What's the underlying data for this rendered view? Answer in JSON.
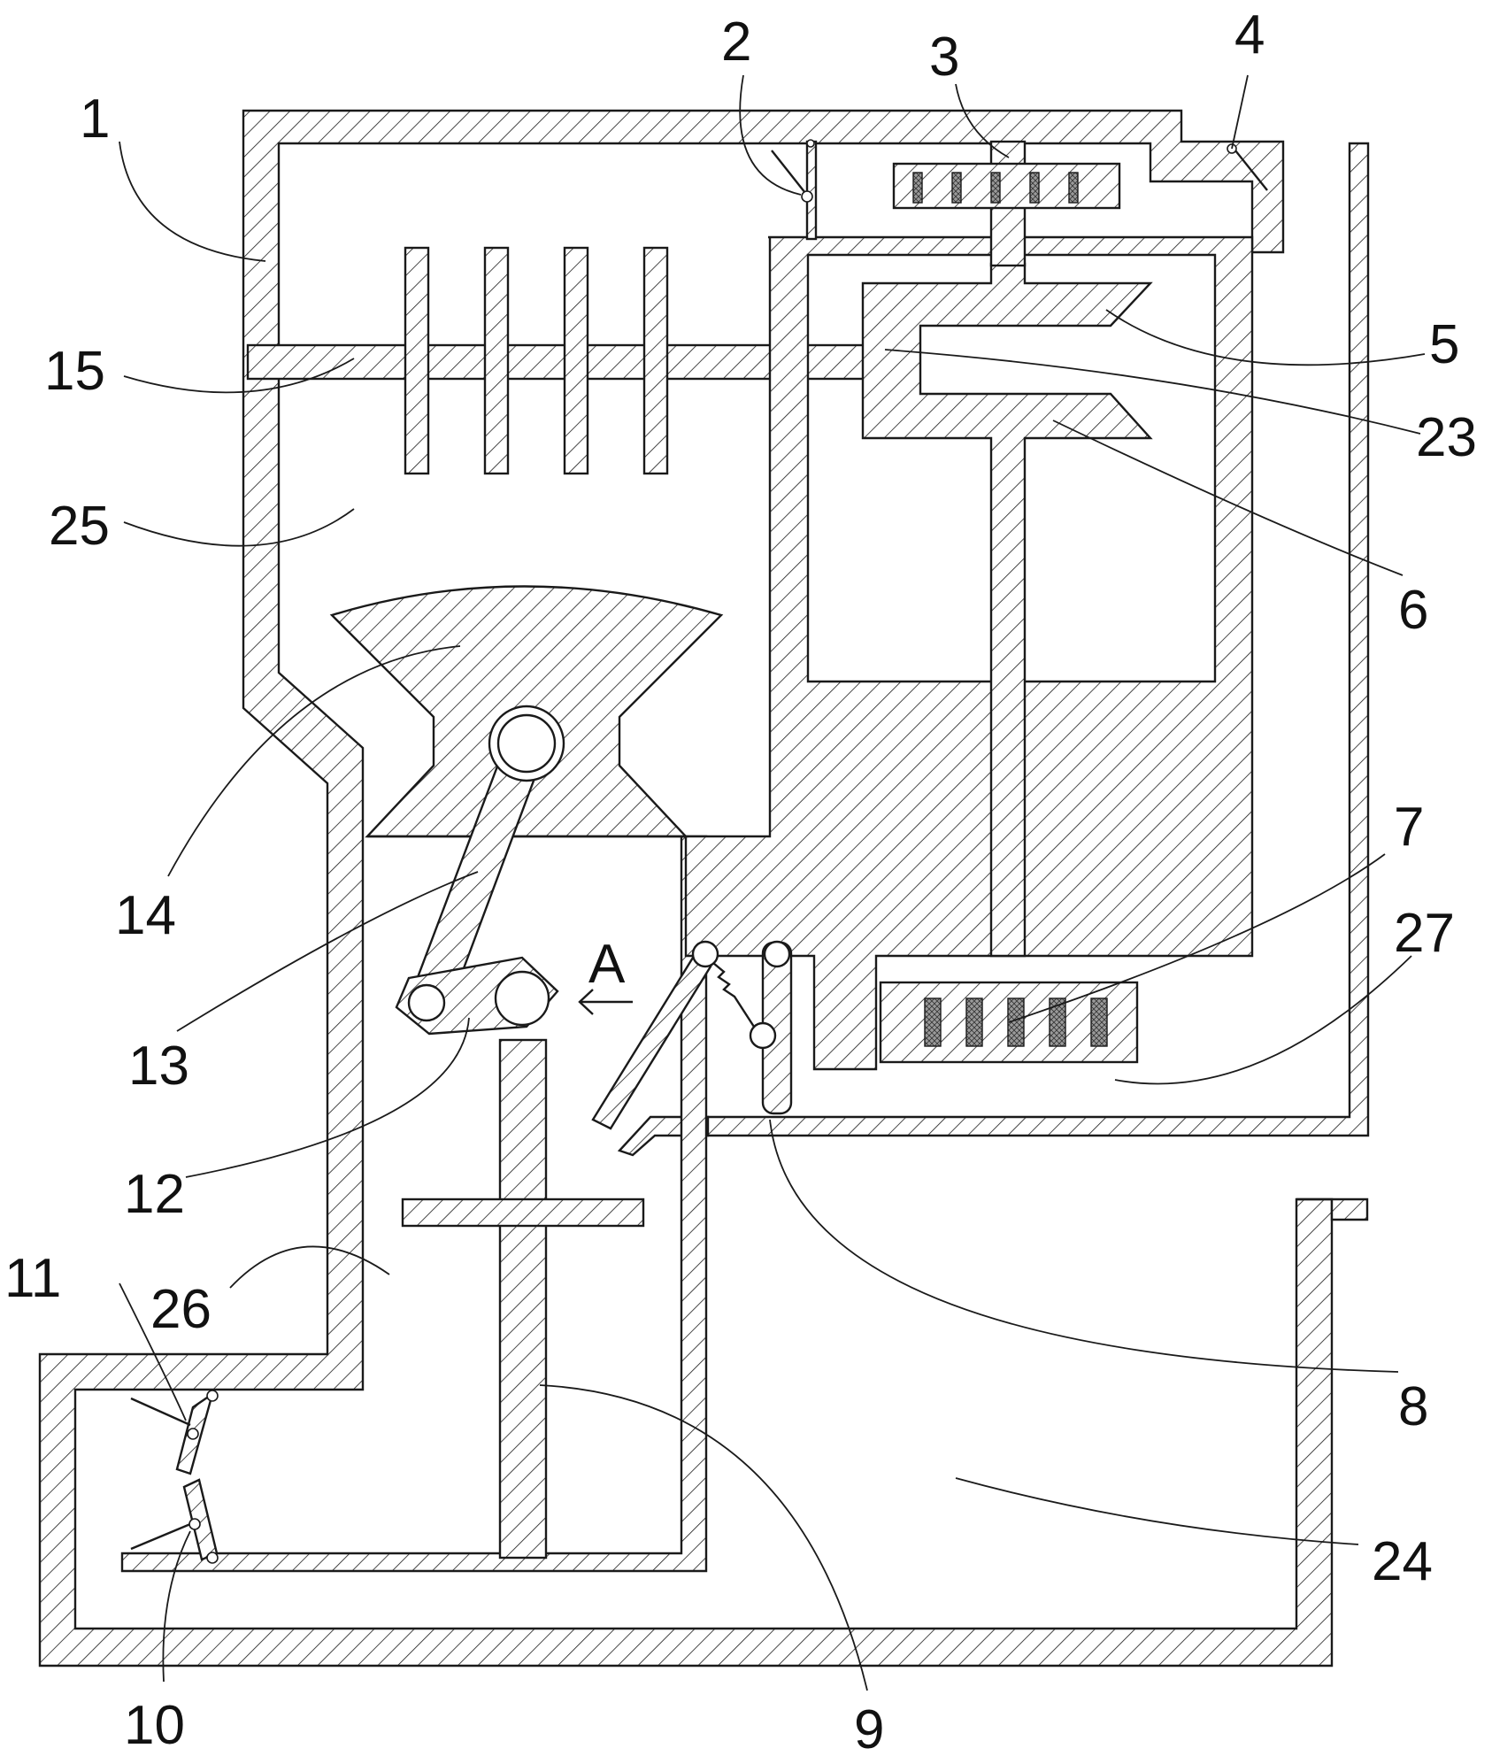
{
  "labels": {
    "part_1": "1",
    "part_2": "2",
    "part_3": "3",
    "part_4": "4",
    "part_5": "5",
    "part_6": "6",
    "part_7": "7",
    "part_8": "8",
    "part_9": "9",
    "part_10": "10",
    "part_11": "11",
    "part_12": "12",
    "part_13": "13",
    "part_14": "14",
    "part_15": "15",
    "part_23": "23",
    "part_24": "24",
    "part_25": "25",
    "part_26": "26",
    "part_27": "27",
    "view_a": "A"
  }
}
